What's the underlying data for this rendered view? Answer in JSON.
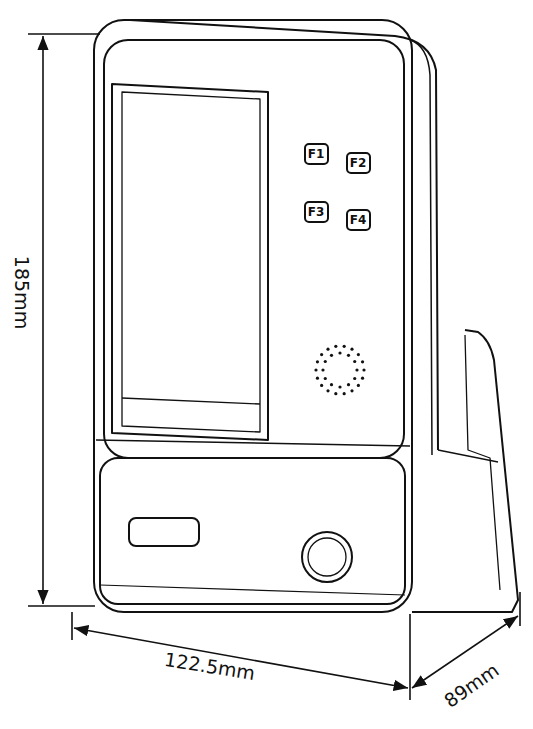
{
  "diagram": {
    "nodes": [
      {
        "text": [
          "F1"
        ]
      },
      {
        "text": [
          "F2"
        ]
      },
      {
        "text": [
          "F3"
        ]
      },
      {
        "text": [
          "F4"
        ]
      }
    ],
    "labels": [
      "185mm",
      "122.5mm",
      "89mm"
    ]
  }
}
